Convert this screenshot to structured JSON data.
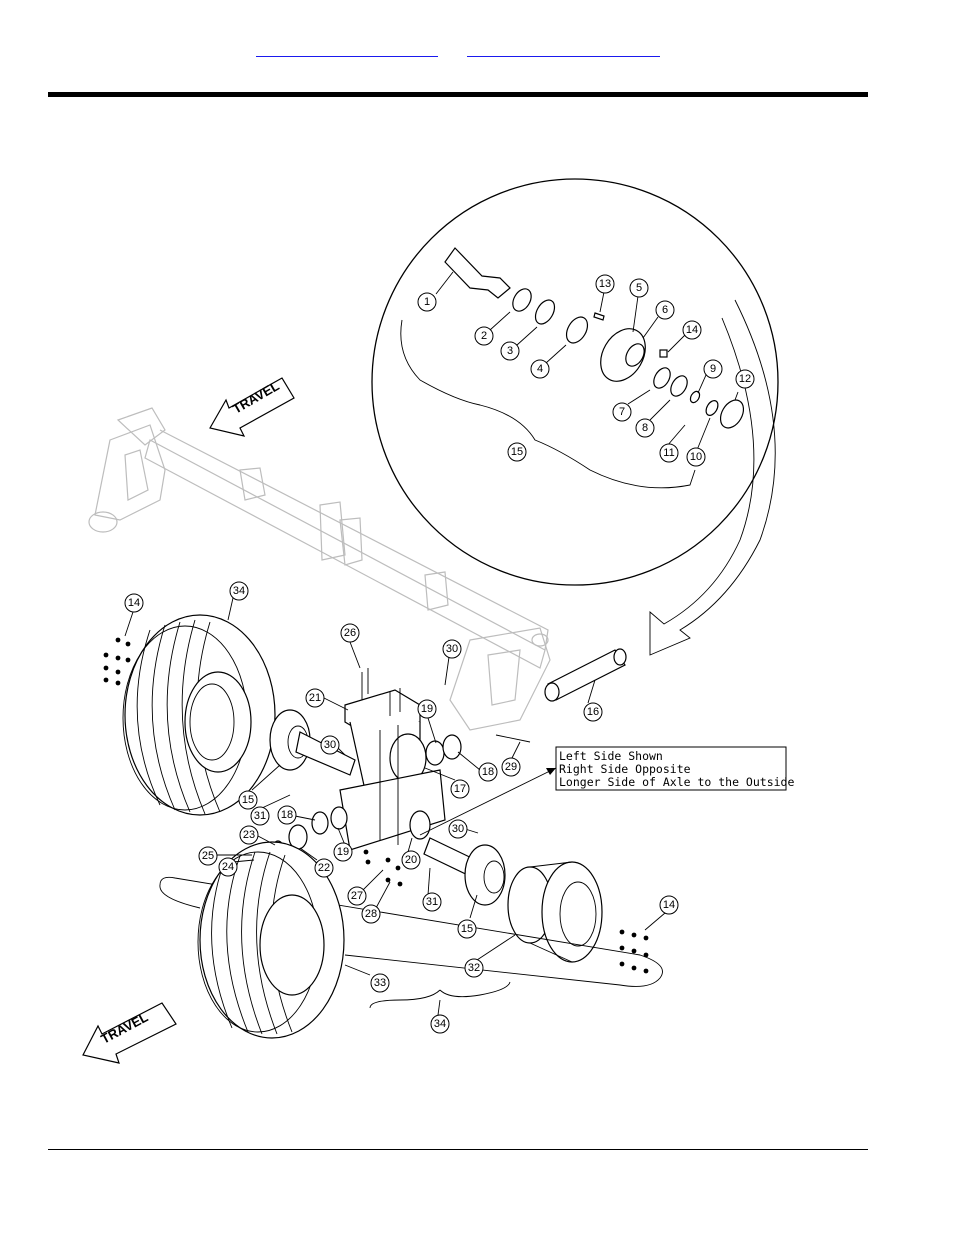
{
  "header": {
    "link_left": "",
    "link_right": ""
  },
  "diagram": {
    "travel_upper": "TRAVEL",
    "travel_lower": "TRAVEL",
    "note_lines": [
      "Left Side Shown",
      "Right Side Opposite",
      "Longer Side of Axle to the Outside"
    ],
    "callouts": {
      "c1": "1",
      "c2": "2",
      "c3": "3",
      "c4": "4",
      "c5": "5",
      "c6": "6",
      "c7": "7",
      "c8": "8",
      "c9": "9",
      "c10": "10",
      "c11": "11",
      "c12": "12",
      "c13": "13",
      "c14a": "14",
      "c15a": "15",
      "c14b": "14",
      "c34a": "34",
      "c26": "26",
      "c30a": "30",
      "c21": "21",
      "c16": "16",
      "c19a": "19",
      "c18a": "18",
      "c29": "29",
      "c17": "17",
      "c15b": "15",
      "c31a": "31",
      "c18b": "18",
      "c23": "23",
      "c22": "22",
      "c25": "25",
      "c24": "24",
      "c19b": "19",
      "c20": "20",
      "c30b": "30",
      "c27": "27",
      "c28": "28",
      "c31b": "31",
      "c15c": "15",
      "c32": "32",
      "c14c": "14",
      "c33": "33",
      "c34b": "34"
    }
  }
}
